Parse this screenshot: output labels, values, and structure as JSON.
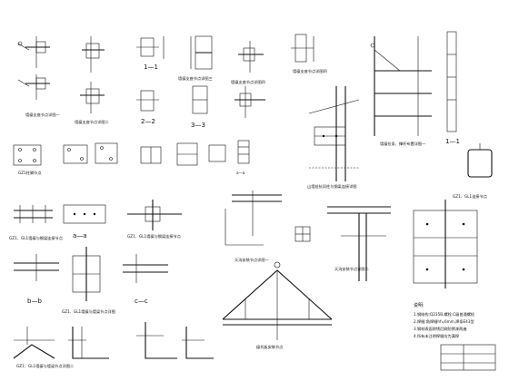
{
  "drawing": {
    "details": [
      {
        "id": "d1",
        "caption": "墙檩支座节点详图一"
      },
      {
        "id": "d2",
        "caption": "墙檩支座节点详图二"
      },
      {
        "id": "d3",
        "caption": "墙檩支座节点详图三"
      },
      {
        "id": "d4",
        "caption": "墙檩支座节点详图四"
      },
      {
        "id": "d5",
        "caption": "山墙处抗风柱与钢梁连接详图"
      },
      {
        "id": "d6",
        "caption": "墙檩拉条、撑杆布置详图一"
      },
      {
        "id": "d7",
        "caption": "GZ1柱脚节点"
      },
      {
        "id": "d8",
        "caption": "GZ1、GL1墙檩与钢梁连接节点"
      },
      {
        "id": "d9",
        "caption": "GZ1、GL1墙檩与钢梁连接节点"
      },
      {
        "id": "d10",
        "caption": "GZ1、GL1墙檩与墙梁节点详图"
      },
      {
        "id": "d11",
        "caption": "GZ1、GL1墙檩与墙梁节点详图二"
      },
      {
        "id": "d12",
        "caption": "天沟安装节点详图一"
      },
      {
        "id": "d13",
        "caption": "天沟安装节点详图二"
      },
      {
        "id": "d14",
        "caption": "檩托板安装节点"
      },
      {
        "id": "d15",
        "caption": "GZ1、GL1连接节点"
      }
    ],
    "section_marks": [
      "1—1",
      "2—2",
      "3—3",
      "1—1",
      "a—a",
      "b—b",
      "c—c"
    ],
    "notes": [
      "说明:",
      "1.钢结构:Q235B,螺栓:C级普通螺栓",
      "2.焊缝:角焊缝hf=6mm,焊条E43型",
      "3.钢材表面除锈后刷防锈漆两遍",
      "4.所有未注明焊缝均为满焊"
    ]
  }
}
